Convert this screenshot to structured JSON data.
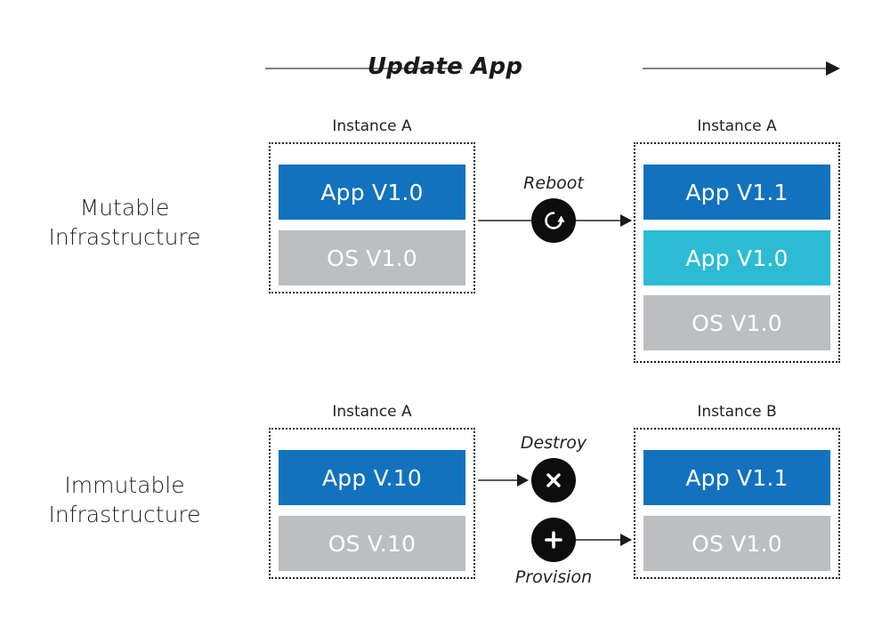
{
  "header": {
    "title": "Update App",
    "arrow_icon": "arrow-right-icon"
  },
  "rows": [
    {
      "id": "mutable",
      "label_line1": "Mutable",
      "label_line2": "Infrastructure",
      "source": {
        "title": "Instance A",
        "layers": [
          {
            "text": "App V1.0",
            "color": "#1272bd",
            "style": "blue"
          },
          {
            "text": "OS V1.0",
            "color": "#bcbec0",
            "style": "gray"
          }
        ]
      },
      "actions": [
        {
          "label": "Reboot",
          "icon": "reboot-icon"
        }
      ],
      "target": {
        "title": "Instance A",
        "layers": [
          {
            "text": "App V1.1",
            "color": "#1272bd",
            "style": "blue"
          },
          {
            "text": "App V1.0",
            "color": "#2bbcd4",
            "style": "cyan"
          },
          {
            "text": "OS V1.0",
            "color": "#bcbec0",
            "style": "gray"
          }
        ]
      }
    },
    {
      "id": "immutable",
      "label_line1": "Immutable",
      "label_line2": "Infrastructure",
      "source": {
        "title": "Instance A",
        "layers": [
          {
            "text": "App V.10",
            "color": "#1272bd",
            "style": "blue"
          },
          {
            "text": "OS V.10",
            "color": "#bcbec0",
            "style": "gray"
          }
        ]
      },
      "actions": [
        {
          "label": "Destroy",
          "icon": "destroy-x-icon"
        },
        {
          "label": "Provision",
          "icon": "provision-plus-icon"
        }
      ],
      "target": {
        "title": "Instance B",
        "layers": [
          {
            "text": "App V1.1",
            "color": "#1272bd",
            "style": "blue"
          },
          {
            "text": "OS V1.0",
            "color": "#bcbec0",
            "style": "gray"
          }
        ]
      }
    }
  ],
  "colors": {
    "app_blue": "#1272bd",
    "app_cyan": "#2bbcd4",
    "os_gray": "#bcbec0",
    "badge_black": "#0d0d0d",
    "line_gray": "#58595b",
    "text_dark": "#231f20",
    "background": "#ffffff"
  }
}
